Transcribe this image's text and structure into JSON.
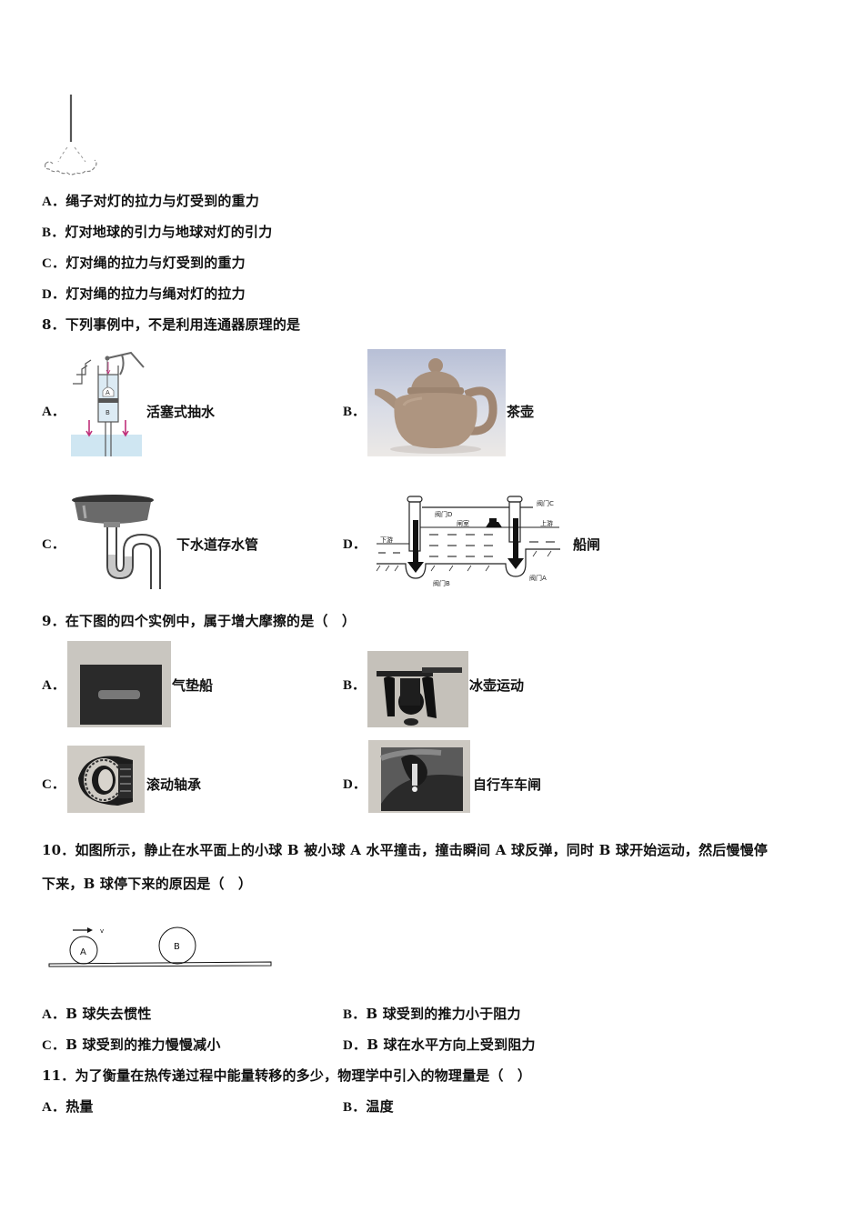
{
  "q7": {
    "figure": {
      "name": "hanging-lamp"
    },
    "options": [
      {
        "letter": "A．",
        "text": "绳子对灯的拉力与灯受到的重力"
      },
      {
        "letter": "B．",
        "text": "灯对地球的引力与地球对灯的引力"
      },
      {
        "letter": "C．",
        "text": "灯对绳的拉力与灯受到的重力"
      },
      {
        "letter": "D．",
        "text": "灯对绳的拉力与绳对灯的拉力"
      }
    ]
  },
  "q8": {
    "stem": "8．下列事例中，不是利用连通器原理的是",
    "options": [
      {
        "letter": "A．",
        "caption": "活塞式抽水",
        "figure_labels": [
          "A",
          "B"
        ]
      },
      {
        "letter": "B．",
        "caption": "茶壶"
      },
      {
        "letter": "C．",
        "caption": "下水道存水管"
      },
      {
        "letter": "D．",
        "caption": "船闸",
        "figure_labels": [
          "阀门D",
          "阀门C",
          "闸室",
          "上游",
          "下游",
          "阀门B",
          "阀门A"
        ]
      }
    ]
  },
  "q9": {
    "stem": "9．在下图的四个实例中，属于增大摩擦的是（　）",
    "options": [
      {
        "letter": "A．",
        "caption": "气垫船"
      },
      {
        "letter": "B．",
        "caption": "冰壶运动"
      },
      {
        "letter": "C．",
        "caption": "滚动轴承"
      },
      {
        "letter": "D．",
        "caption": "自行车车闸"
      }
    ]
  },
  "q10": {
    "stem_line1": "10．如图所示，静止在水平面上的小球 B 被小球 A 水平撞击，撞击瞬间 A 球反弹，同时 B 球开始运动，然后慢慢停",
    "stem_line2": "下来，B 球停下来的原因是（　）",
    "figure_labels": {
      "ball_a": "A",
      "ball_b": "B",
      "velocity": "v"
    },
    "options": [
      {
        "letter": "A．",
        "text": "B 球失去惯性"
      },
      {
        "letter": "B．",
        "text": "B 球受到的推力小于阻力"
      },
      {
        "letter": "C．",
        "text": "B 球受到的推力慢慢减小"
      },
      {
        "letter": "D．",
        "text": "B 球在水平方向上受到阻力"
      }
    ]
  },
  "q11": {
    "stem": "11．为了衡量在热传递过程中能量转移的多少，物理学中引入的物理量是（　）",
    "options": [
      {
        "letter": "A．",
        "text": "热量"
      },
      {
        "letter": "B．",
        "text": "温度"
      }
    ]
  }
}
